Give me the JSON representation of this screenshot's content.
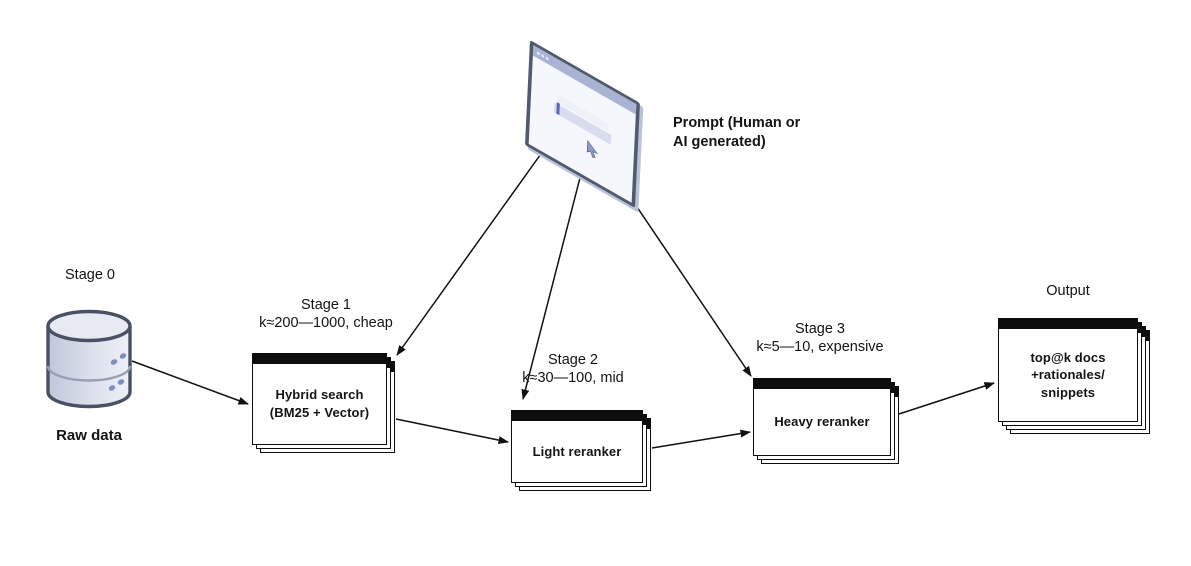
{
  "diagram": {
    "title_implicit": "Multi-stage retrieval and reranking pipeline",
    "prompt": {
      "label": "Prompt (Human or\nAI generated)"
    },
    "stage0": {
      "title": "Stage 0",
      "caption": "Raw data"
    },
    "stage1": {
      "title": "Stage 1",
      "subtitle": "k≈200—1000, cheap",
      "box": "Hybrid search\n(BM25 + Vector)"
    },
    "stage2": {
      "title": "Stage 2",
      "subtitle": "k≈30—100, mid",
      "box": "Light reranker"
    },
    "stage3": {
      "title": "Stage 3",
      "subtitle": "k≈5—10, expensive",
      "box": "Heavy reranker"
    },
    "output": {
      "title": "Output",
      "box": "top@k docs\n+rationales/\nsnippets"
    },
    "icons": {
      "browser_window": "browser-window-icon",
      "database": "database-icon",
      "text_caret": "text-caret-icon",
      "mouse_cursor": "mouse-cursor-icon"
    },
    "arrows": [
      "raw-data to stage1",
      "prompt to stage1",
      "prompt to stage2",
      "prompt to stage3",
      "stage1 to stage2",
      "stage2 to stage3",
      "stage3 to output"
    ],
    "colors": {
      "arrow": "#111111",
      "card_border": "#0d0d0d",
      "card_bar": "#0d0d0d",
      "window_frame": "#525a6d",
      "window_titlebar": "#a9b3d3",
      "window_body": "#f5f7fc",
      "window_side": "#b9c2d9",
      "search_bar": "#d7ddef",
      "caret_blue": "#5a68ae",
      "db_outline": "#4a5162",
      "db_fill_light": "#eef0f7",
      "db_fill_dark": "#bfc7da",
      "db_dots": "#7f8dc0",
      "text": "#141414"
    }
  }
}
